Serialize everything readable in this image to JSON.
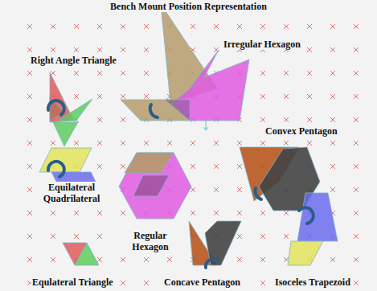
{
  "diagram": {
    "title": "Bench Mount Position Representation",
    "labels": [
      "Right Angle Triangle",
      "Irregular Hexagon",
      "Convex Pentagon",
      "Equilateral Quadrilateral",
      "Regular Hexagon",
      "Equlateral Triangle",
      "Concave Pentagon",
      "Isoceles Trapezoid"
    ]
  }
}
